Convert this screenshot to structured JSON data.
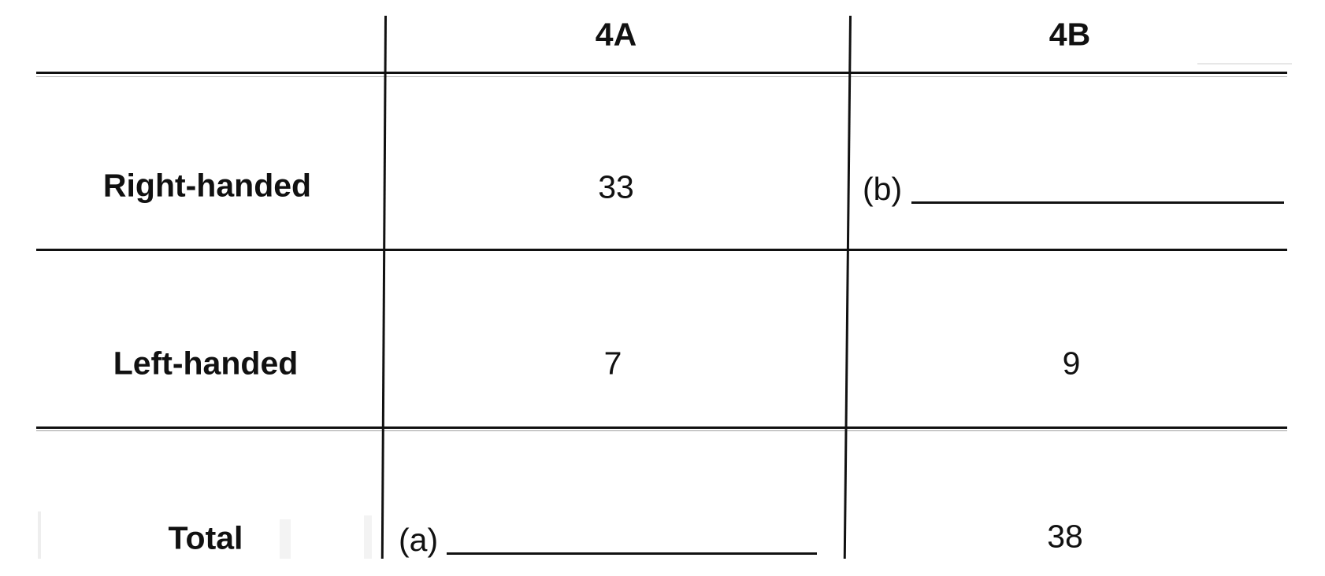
{
  "table": {
    "columns": [
      "4A",
      "4B"
    ],
    "rows": [
      {
        "label": "Right-handed",
        "cells": [
          "33",
          "(b)"
        ]
      },
      {
        "label": "Left-handed",
        "cells": [
          "7",
          "9"
        ]
      },
      {
        "label": "Total",
        "cells": [
          "(a)",
          "38"
        ]
      }
    ]
  }
}
